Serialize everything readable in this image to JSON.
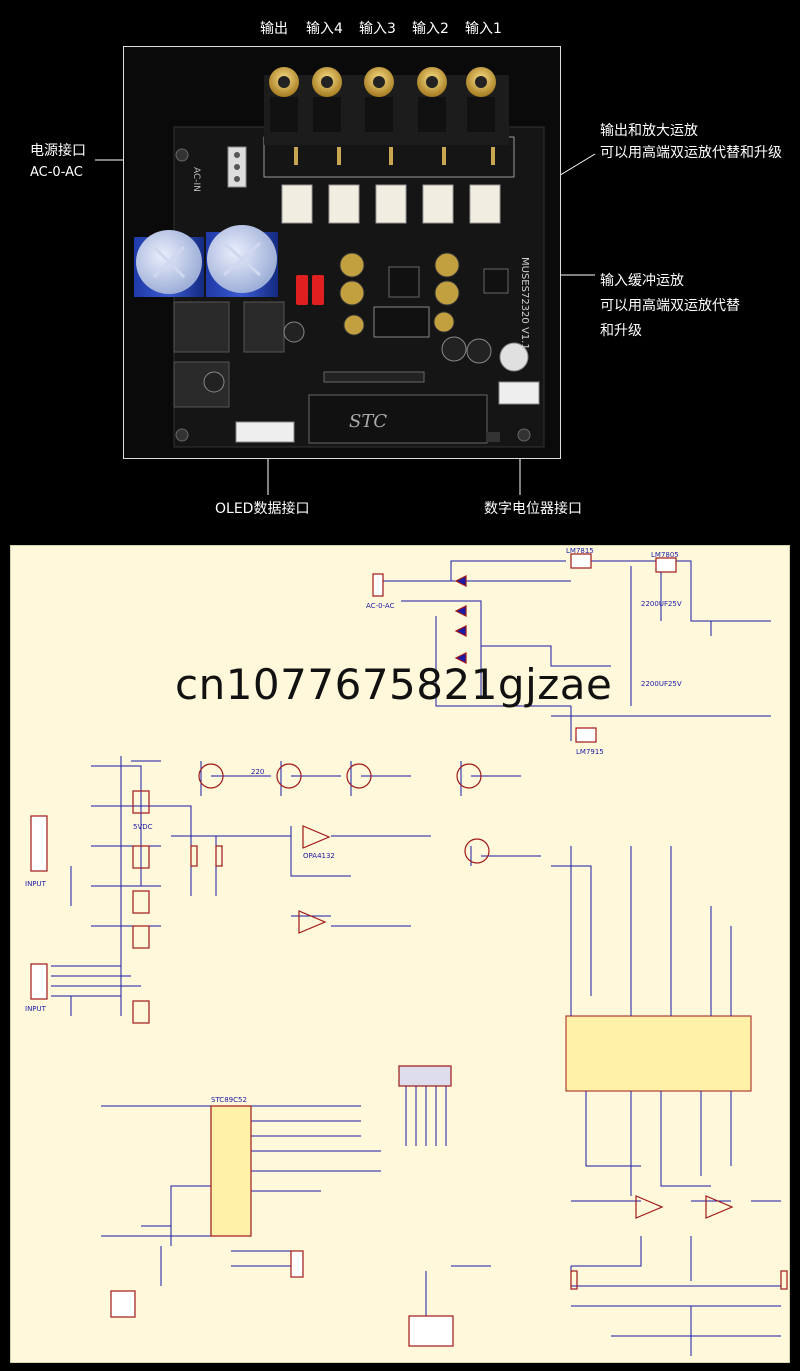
{
  "header_labels": [
    "输出",
    "输入4",
    "输入3",
    "输入2",
    "输入1"
  ],
  "callouts": {
    "power_title": "电源接口",
    "power_sub": "AC-0-AC",
    "opamp_out_line1": "输出和放大运放",
    "opamp_out_line2": "可以用高端双运放代替和升级",
    "opamp_in_line1": "输入缓冲运放",
    "opamp_in_line2": "可以用高端双运放代替",
    "opamp_in_line3": "和升级",
    "oled": "OLED数据接口",
    "pot": "数字电位器接口"
  },
  "board": {
    "silk_vertical": "MUSES72320 V1.1",
    "chip_brand": "STC",
    "ac_in": "AC-IN"
  },
  "schematic": {
    "watermark": "cn1077675821gjzae",
    "regulator_top_left": "LM7815",
    "regulator_top_right": "LM7805",
    "regulator_bottom": "LM7915",
    "connector_ac": "AC-0-AC",
    "input_label_1": "INPUT",
    "input_label_2": "INPUT",
    "cap_label_1": "2200UF25V",
    "cap_label_2": "2200UF25V",
    "relay_label": "5VDC",
    "opamp_label": "OPA4132",
    "mcu_label": "STC89C52",
    "resistor_label": "220"
  },
  "colors": {
    "background": "#000000",
    "schematic_bg": "#fff8da",
    "wire": "#1a1aa8",
    "component": "#a01818",
    "pcb": "#151515"
  }
}
